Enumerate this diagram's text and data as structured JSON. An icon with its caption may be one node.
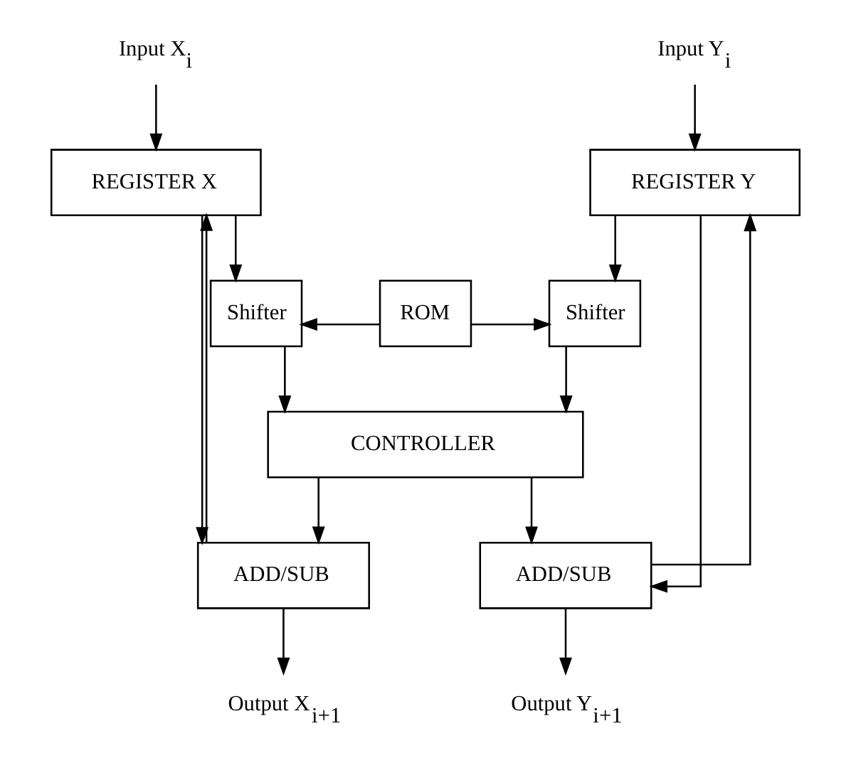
{
  "diagram": {
    "nodes": [
      {
        "text": [
          "Input X$_{i}$"
        ]
      },
      {
        "text": [
          "Input Y$_{i}$"
        ]
      },
      {
        "text": [
          "REGISTER X"
        ]
      },
      {
        "text": [
          "REGISTER Y"
        ]
      },
      {
        "text": [
          "Shifter"
        ]
      },
      {
        "text": [
          "ROM"
        ]
      },
      {
        "text": [
          "Shifter"
        ]
      },
      {
        "text": [
          "CONTROLLER"
        ]
      },
      {
        "text": [
          "ADD/SUB"
        ]
      },
      {
        "text": [
          "ADD/SUB"
        ]
      },
      {
        "text": [
          "Output X$_{i+1}$"
        ]
      },
      {
        "text": [
          "Output Y$_{i+1}$"
        ]
      }
    ],
    "edges": [
      {
        "from": 0,
        "to": 2,
        "arrow": "to"
      },
      {
        "from": 1,
        "to": 3,
        "arrow": "to"
      },
      {
        "from": 2,
        "to": 4,
        "arrow": "to"
      },
      {
        "from": 2,
        "to": 8,
        "arrow": "to"
      },
      {
        "from": 3,
        "to": 6,
        "arrow": "to"
      },
      {
        "from": 3,
        "to": 9,
        "arrow": "to"
      },
      {
        "from": 5,
        "to": 4,
        "arrow": "to"
      },
      {
        "from": 5,
        "to": 6,
        "arrow": "to"
      },
      {
        "from": 4,
        "to": 7,
        "arrow": "to"
      },
      {
        "from": 6,
        "to": 7,
        "arrow": "to"
      },
      {
        "from": 7,
        "to": 8,
        "arrow": "to"
      },
      {
        "from": 7,
        "to": 9,
        "arrow": "to"
      },
      {
        "from": 8,
        "to": 10,
        "arrow": "to"
      },
      {
        "from": 9,
        "to": 11,
        "arrow": "to"
      },
      {
        "from": 8,
        "to": 2,
        "arrow": "to"
      },
      {
        "from": 9,
        "to": 3,
        "arrow": "to"
      }
    ]
  }
}
